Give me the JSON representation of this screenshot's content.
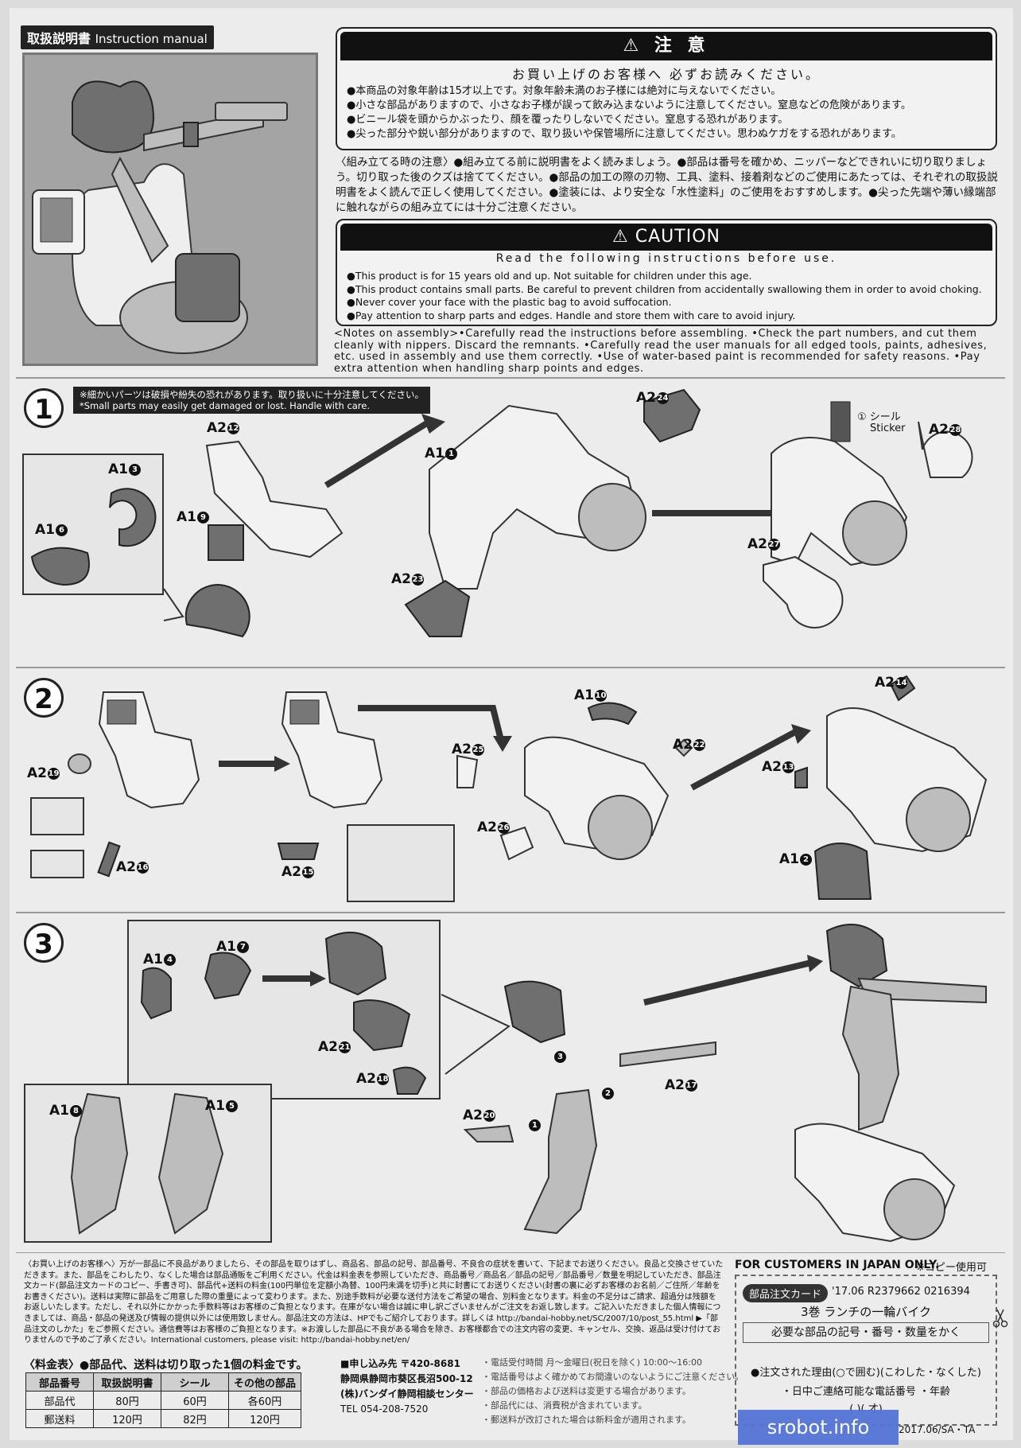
{
  "header": {
    "manual_label_jp": "取扱説明書",
    "manual_label_en": "Instruction manual"
  },
  "warning_jp": {
    "title": "⚠ 注 意",
    "subtitle": "お買い上げのお客様へ 必ずお読みください。",
    "items": [
      "●本商品の対象年齢は15才以上です。対象年齢未満のお子様には絶対に与えないでください。",
      "●小さな部品がありますので、小さなお子様が誤って飲み込まないように注意してください。窒息などの危険があります。",
      "●ビニール袋を頭からかぶったり、顔を覆ったりしないでください。窒息する恐れがあります。",
      "●尖った部分や鋭い部分がありますので、取り扱いや保管場所に注意してください。思わぬケガをする恐れがあります。"
    ]
  },
  "assembly_notes_jp": "〈組み立てる時の注意〉●組み立てる前に説明書をよく読みましょう。●部品は番号を確かめ、ニッパーなどできれいに切り取りましょう。切り取った後のクズは捨ててください。●部品の加工の際の刃物、工具、塗料、接着剤などのご使用にあたっては、それぞれの取扱説明書をよく読んで正しく使用してください。●塗装には、より安全な「水性塗料」のご使用をおすすめします。●尖った先端や薄い縁端部に触れながらの組み立てには十分ご注意ください。",
  "caution_en": {
    "title": "⚠ CAUTION",
    "subtitle": "Read the following instructions before use.",
    "items": [
      "●This product is for 15  years old and up. Not suitable for children under this age.",
      "●This product contains small parts. Be careful to prevent children from accidentally swallowing them in order to avoid choking.",
      "●Never cover your face with the plastic bag to avoid suffocation.",
      "●Pay attention to sharp parts and edges. Handle and store them with care to avoid injury."
    ]
  },
  "assembly_notes_en": "<Notes on assembly>•Carefully read the instructions before assembling. •Check the part numbers, and cut them cleanly with nippers. Discard the remnants. •Carefully read the user manuals for all edged tools, paints, adhesives, etc. used in assembly and use them correctly. •Use of water-based paint is recommended for safety reasons. •Pay extra attention when handling sharp points and edges.",
  "steps": {
    "step1": {
      "number": "1",
      "note_jp": "※細かいパーツは破損や紛失の恐れがあります。取り扱いに十分注意してください。",
      "note_en": "*Small parts may easily get damaged or lost. Handle with care.",
      "sticker_label_jp": "シール",
      "sticker_label_en": "Sticker",
      "sticker_num": "①",
      "parts": {
        "a13": "A1",
        "a13n": "3",
        "a16": "A1",
        "a16n": "6",
        "a19": "A1",
        "a19n": "9",
        "a212": "A2",
        "a212n": "12",
        "a11": "A1",
        "a11n": "1",
        "a223": "A2",
        "a223n": "23",
        "a224": "A2",
        "a224n": "24",
        "a228": "A2",
        "a228n": "28",
        "a227": "A2",
        "a227n": "27"
      }
    },
    "step2": {
      "number": "2",
      "parts": {
        "a219": "A2",
        "a219n": "19",
        "a216": "A2",
        "a216n": "16",
        "a215": "A2",
        "a215n": "15",
        "a110": "A1",
        "a110n": "10",
        "a225": "A2",
        "a225n": "25",
        "a222": "A2",
        "a222n": "22",
        "a226": "A2",
        "a226n": "26",
        "a214": "A2",
        "a214n": "14",
        "a213": "A2",
        "a213n": "13",
        "a12": "A1",
        "a12n": "2"
      }
    },
    "step3": {
      "number": "3",
      "order": [
        "1",
        "2",
        "3"
      ],
      "parts": {
        "a14": "A1",
        "a14n": "4",
        "a17": "A1",
        "a17n": "7",
        "a221": "A2",
        "a221n": "21",
        "a218": "A2",
        "a218n": "18",
        "a18": "A1",
        "a18n": "8",
        "a15": "A1",
        "a15n": "5",
        "a220": "A2",
        "a220n": "20",
        "a217": "A2",
        "a217n": "17"
      }
    }
  },
  "footer": {
    "customer_note": "〈お買い上げのお客様へ〉万が一部品に不良品がありましたら、その部品を取りはずし、商品名、部品の記号、部品番号、不良合の症状を書いて、下記までお送りください。良品と交換させていただきます。また、部品をこわしたり、なくした場合は部品通販をご利用ください。代金は料金表を参照していただき、商品番号／商品名／部品の記号／部品番号／数量を明記していただき、部品注文カード(部品注文カードのコピー、手書き可)、部品代+送料の料金(100円単位を定額小為替、100円未満を切手)と共に封書にてお送りください(封書の裏に必ずお客様のお名前／ご住所／年齢をお書きください)。送料は実際に部品をご用意した際の重量によって変わります。また、別途手数料が必要な送付方法をご希望の場合、別料金となります。料金の不足分はご請求、超過分は残額をお返しいたします。ただし、それ以外にかかった手数料等はお客様のご負担となります。在庫がない場合は誠に申し訳ございませんがご注文をお返し致します。ご記入いただきました個人情報につきましては、商品・部品の発送及び情報の提供以外には使用致しません。部品注文の方法は、HPでもご紹介しております。詳しくは http://bandai-hobby.net/SC/2007/10/post_55.html ▶「部品注文のしかた」をご参照ください。通信費等はお客様のご負担となります。※お渡しした部品に不良がある場合を除き、お客様都合での注文内容の変更、キャンセル、交換、返品は受け付けておりませんので予めご了承ください。International customers, please visit: http://bandai-hobby.net/en/",
    "fee_title": "〈料金表〉●部品代、送料は切り取った1個の料金です。",
    "fee_table": {
      "headers": [
        "部品番号",
        "取扱説明書",
        "シール",
        "その他の部品"
      ],
      "rows": [
        [
          "部品代",
          "80円",
          "60円",
          "各60円"
        ],
        [
          "郵送料",
          "120円",
          "82円",
          "120円"
        ]
      ]
    },
    "contact": {
      "label": "■申し込み先 〒420-8681",
      "address": "静岡県静岡市葵区長沼500-12",
      "company": "(株)バンダイ静岡相談センター",
      "tel": "TEL 054-208-7520"
    },
    "contact_notes": [
      "・電話受付時間 月～金曜日(祝日を除く) 10:00～16:00",
      "・電話番号はよく確かめてお間違いのないようにご注意ください。",
      "・部品の価格および送料は変更する場合があります。",
      "・部品代には、消費税が含まれています。",
      "・郵送料が改訂された場合は新料金が適用されます。"
    ],
    "customers_japan": "FOR CUSTOMERS IN JAPAN ONLY.",
    "copy_ok": "※コピー使用可",
    "order_card": {
      "tag": "部品注文カード",
      "code": "'17.06  R2379662  0216394",
      "product": "3巻 ランチの一輪バイク",
      "row1": "必要な部品の記号・番号・数量をかく",
      "row2": "●注文された理由(○で囲む)(こわした・なくした)",
      "row3": "・日中ご連絡可能な電話番号   ・年齢",
      "row4": "(            )(      才)"
    },
    "date_code": "2017.06/SA・TA",
    "watermark": "srobot.info"
  }
}
